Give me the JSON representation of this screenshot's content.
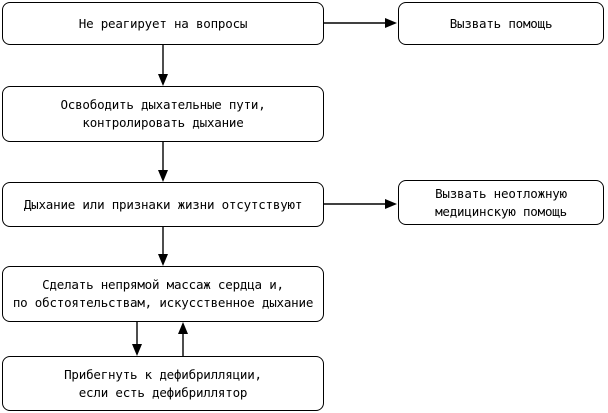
{
  "flowchart": {
    "nodes": {
      "no_response": {
        "lines": [
          "Не реагирует на вопросы"
        ]
      },
      "call_help": {
        "lines": [
          "Вызвать помощь"
        ]
      },
      "airway": {
        "lines": [
          "Освободить дыхательные пути,",
          "контролировать дыхание"
        ]
      },
      "no_breathing": {
        "lines": [
          "Дыхание или признаки жизни отсутствуют"
        ]
      },
      "call_emergency": {
        "lines": [
          "Вызвать неотложную",
          "медицинскую помощь"
        ]
      },
      "cpr": {
        "lines": [
          "Сделать непрямой массаж сердца и,",
          "по обстоятельствам, искусственное дыхание"
        ]
      },
      "defib": {
        "lines": [
          "Прибегнуть к дефибрилляции,",
          "если есть дефибриллятор"
        ]
      }
    },
    "edges": [
      {
        "from": "no_response",
        "to": "call_help"
      },
      {
        "from": "no_response",
        "to": "airway"
      },
      {
        "from": "airway",
        "to": "no_breathing"
      },
      {
        "from": "no_breathing",
        "to": "call_emergency"
      },
      {
        "from": "no_breathing",
        "to": "cpr"
      },
      {
        "from": "cpr",
        "to": "defib"
      },
      {
        "from": "defib",
        "to": "cpr"
      }
    ]
  }
}
